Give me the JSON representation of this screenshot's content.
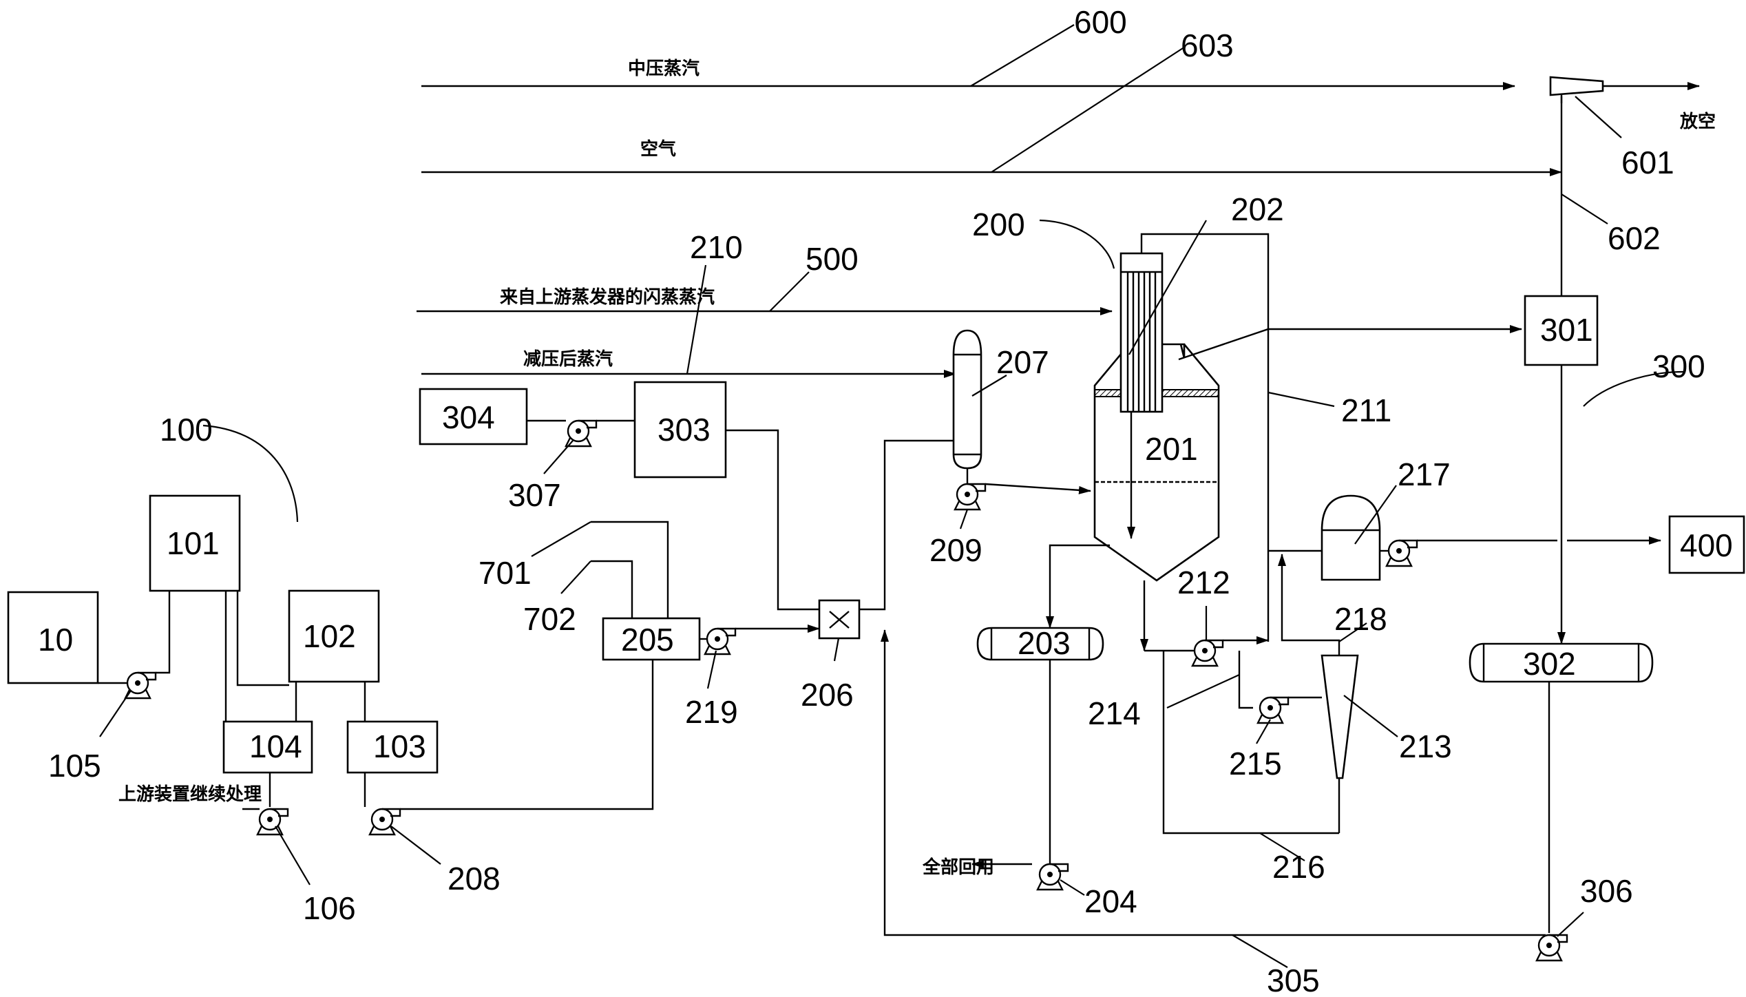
{
  "streams": {
    "mp_steam": "中压蒸汽",
    "air": "空气",
    "flash_steam": "来自上游蒸发器的闪蒸蒸汽",
    "reduced_steam": "减压后蒸汽",
    "upstream": "上游装置继续处理",
    "recycle": "全部回用",
    "vent": "放空"
  },
  "equipment": {
    "u10": "10",
    "u100": "100",
    "u101": "101",
    "u102": "102",
    "u103": "103",
    "u104": "104",
    "u105": "105",
    "u106": "106",
    "u200": "200",
    "u201": "201",
    "u202": "202",
    "u203": "203",
    "u204": "204",
    "u205": "205",
    "u206": "206",
    "u207": "207",
    "u208": "208",
    "u209": "209",
    "u210": "210",
    "u211": "211",
    "u212": "212",
    "u213": "213",
    "u214": "214",
    "u215": "215",
    "u216": "216",
    "u217": "217",
    "u218": "218",
    "u219": "219",
    "u300": "300",
    "u301": "301",
    "u302": "302",
    "u303": "303",
    "u304": "304",
    "u305": "305",
    "u306": "306",
    "u307": "307",
    "u400": "400",
    "u500": "500",
    "u600": "600",
    "u601": "601",
    "u602": "602",
    "u603": "603",
    "u701": "701",
    "u702": "702"
  }
}
